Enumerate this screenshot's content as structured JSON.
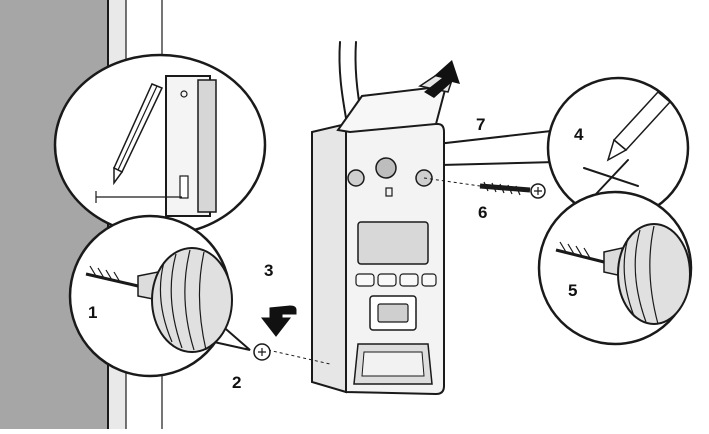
{
  "steps": [
    "1",
    "2",
    "3",
    "4",
    "5",
    "6",
    "7"
  ],
  "colors": {
    "wall": "#a6a6a6",
    "trim": "#e9e9e9",
    "body": "#f2f2f2",
    "panel": "#d8d8d8",
    "ink": "#1a1a1a",
    "arrow": "#111111"
  },
  "icons": [
    "pencil-icon",
    "drill-icon",
    "screw-icon",
    "anchor-icon",
    "arrow-down-icon",
    "arrow-up-icon"
  ]
}
